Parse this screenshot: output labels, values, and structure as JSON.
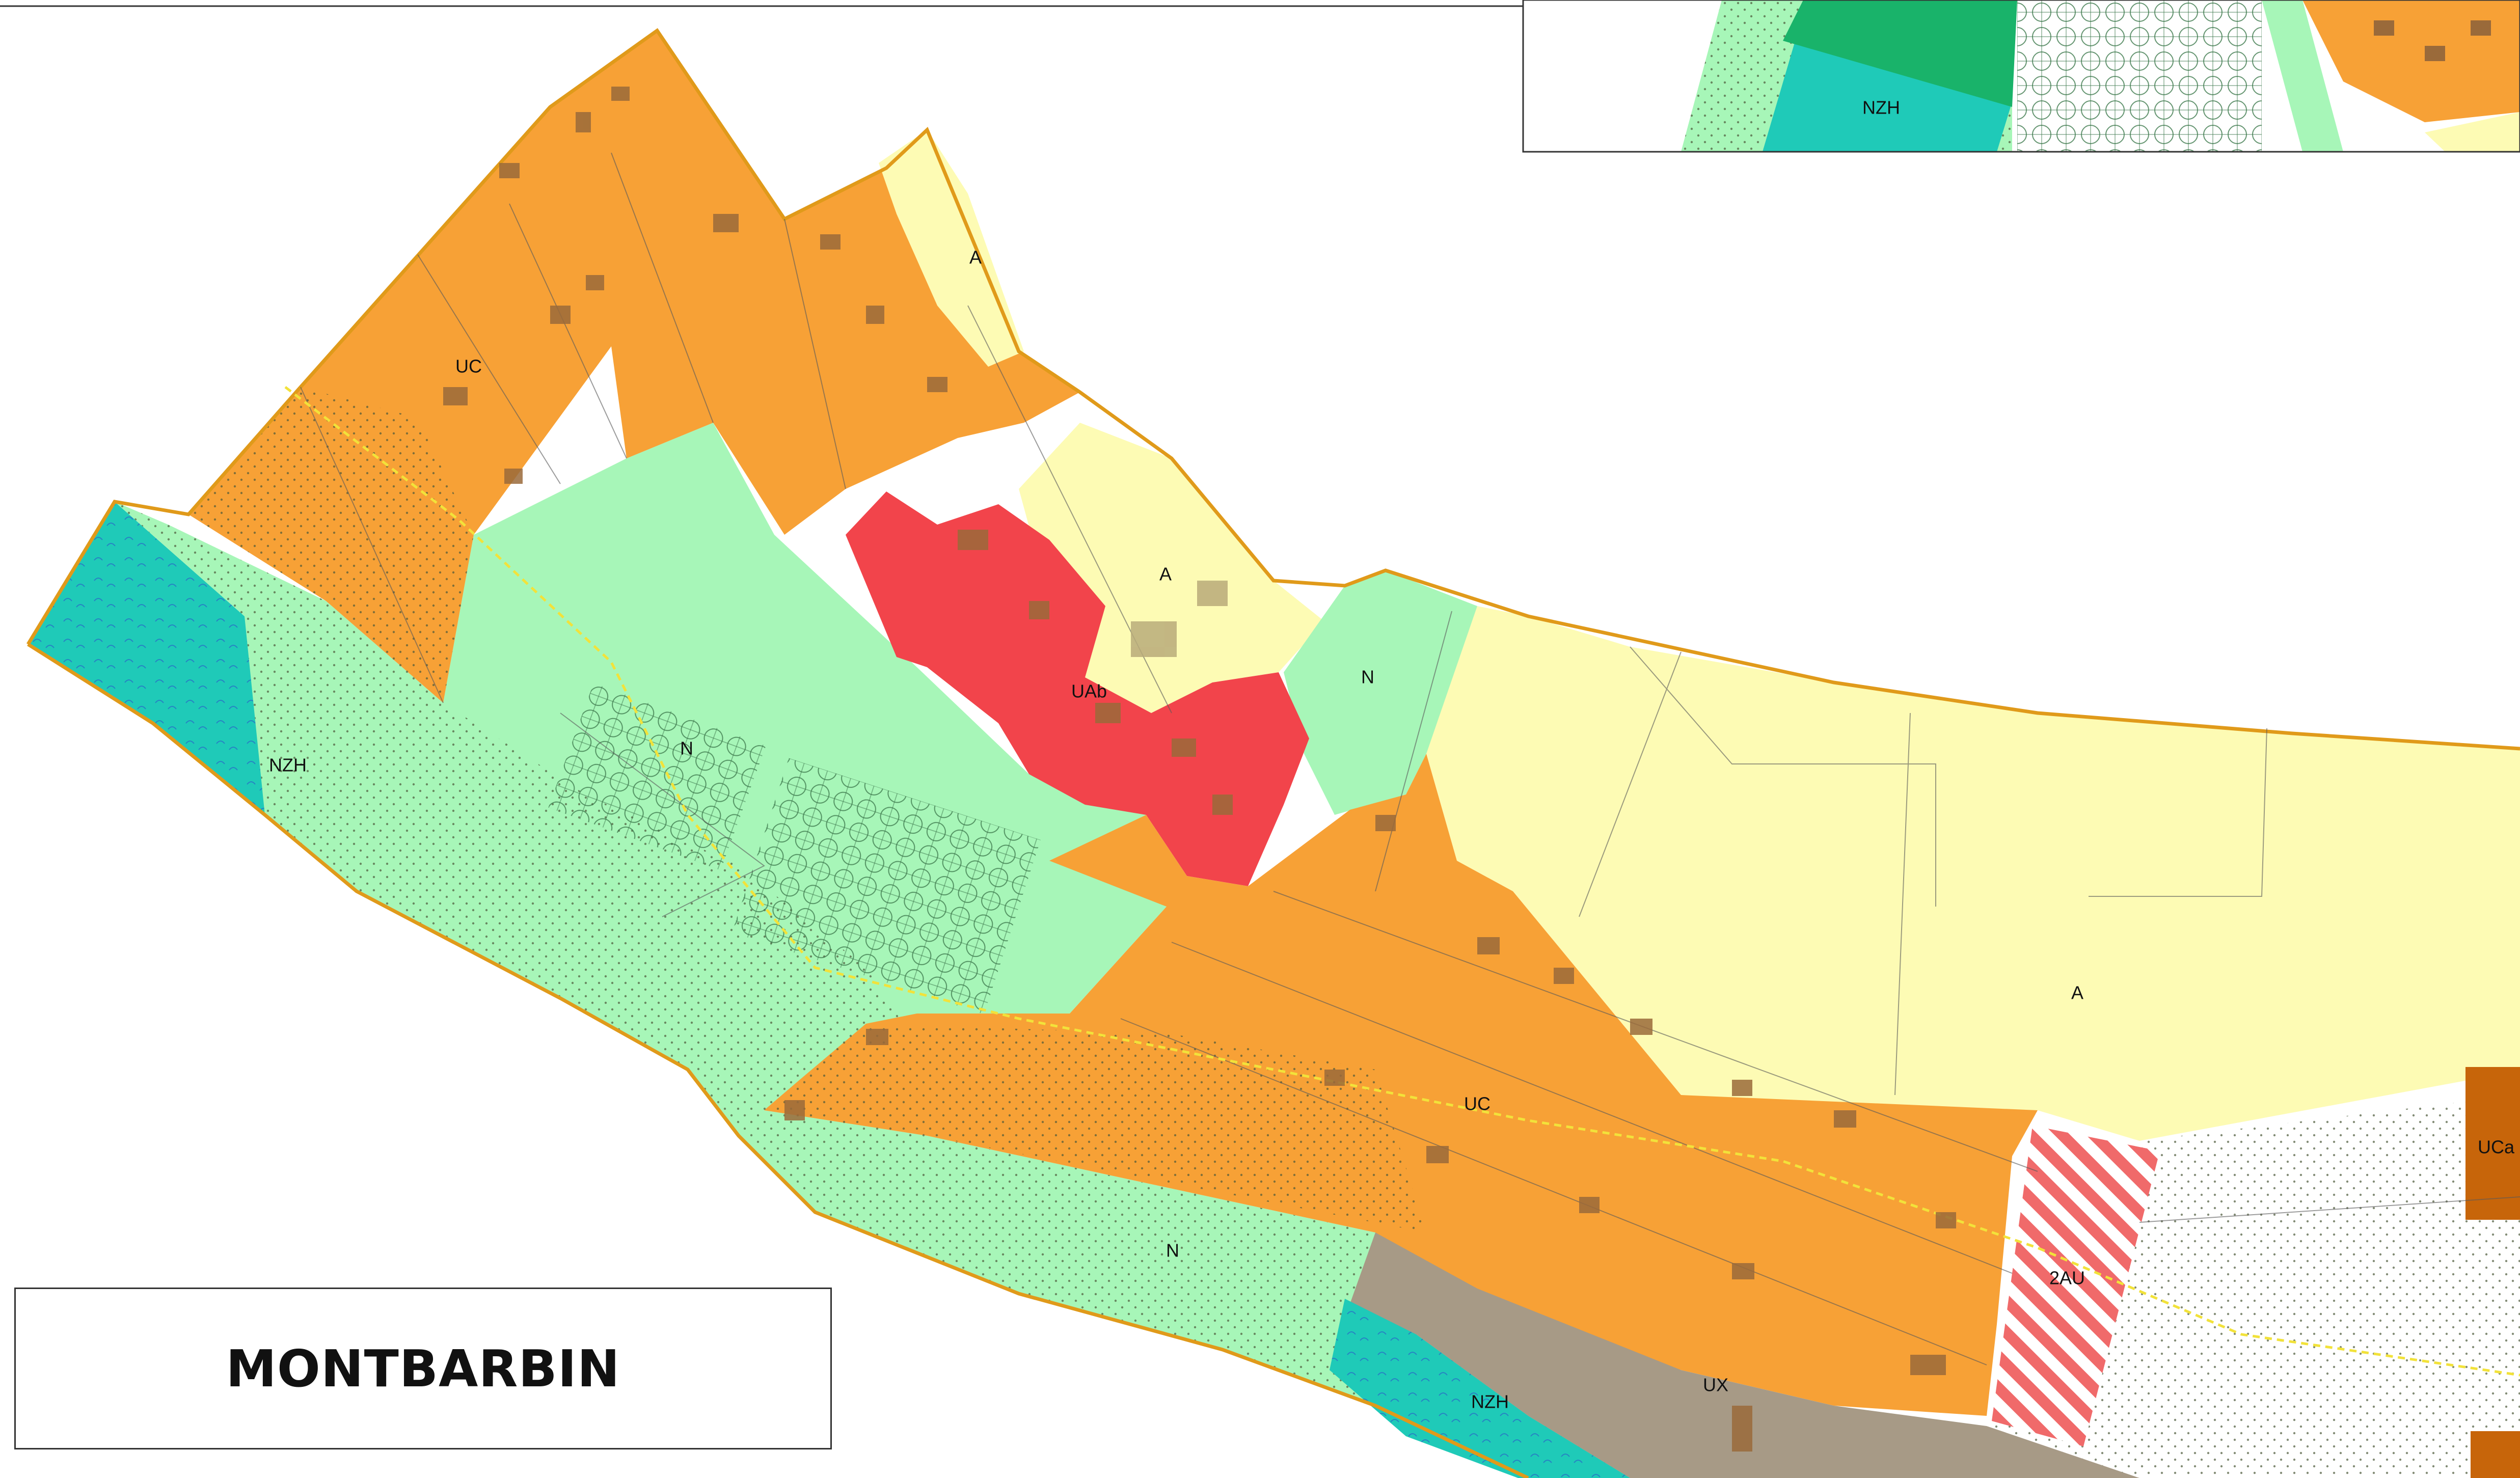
{
  "map": {
    "title": "MONTBARBIN",
    "zone_labels": {
      "uc_north": "UC",
      "a_north": "A",
      "a_center": "A",
      "n_small": "N",
      "uab": "UAb",
      "nzh_west": "NZH",
      "n_west": "N",
      "a_east": "A",
      "uc_south": "UC",
      "uca": "UCa",
      "n_south": "N",
      "2au": "2AU",
      "ux": "UX",
      "nzh_south": "NZH",
      "nzh_inset": "NZH"
    },
    "colors": {
      "uc": "#f7a136",
      "uab": "#f2444b",
      "a": "#fdfbb4",
      "n": "#a7f6b8",
      "nzh": "#1fcab8",
      "ux": "#a79a86",
      "uca": "#c7650a",
      "au2_stripe": "#f06a6a",
      "building": "#9a6a3a",
      "parcel_line": "#5a5a5a",
      "boundary": "#e09a1a",
      "road_dashed": "#f2e23a"
    }
  }
}
